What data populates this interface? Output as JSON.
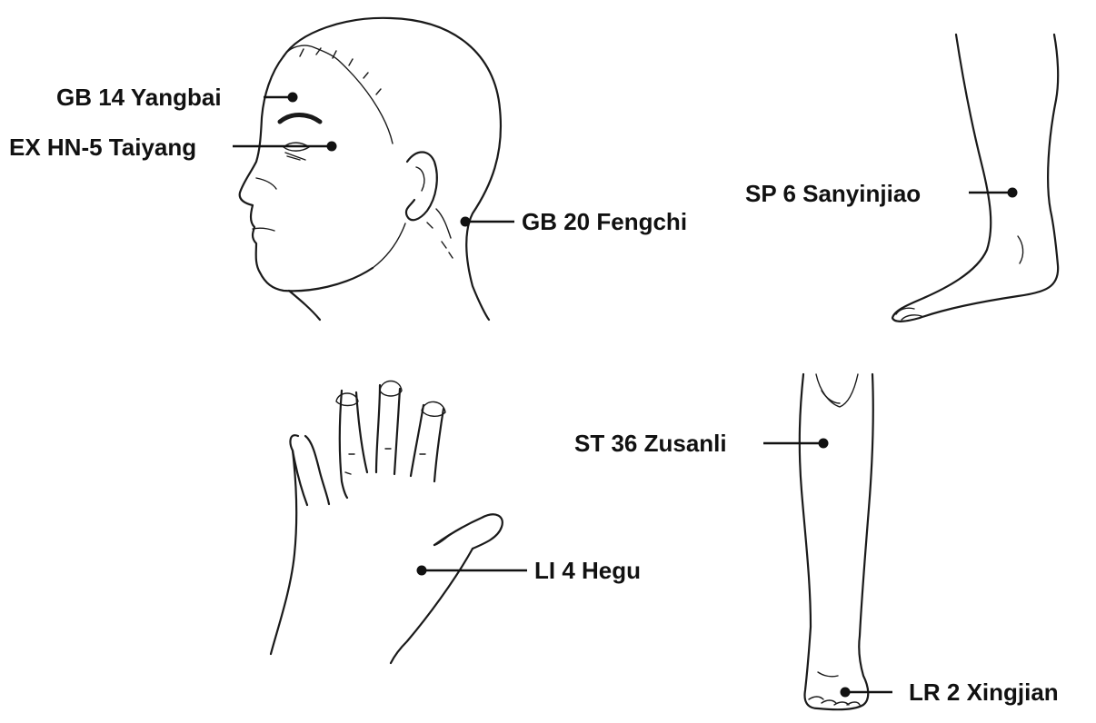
{
  "colors": {
    "ink": "#111111",
    "background": "#ffffff"
  },
  "figures": {
    "head": "head-profile",
    "lower_leg_side": "lower-leg-side",
    "hand": "hand-dorsal",
    "leg_front": "leg-front"
  },
  "points": [
    {
      "id": "gb14",
      "label": "GB 14 Yangbai"
    },
    {
      "id": "exhn5",
      "label": "EX HN-5 Taiyang"
    },
    {
      "id": "gb20",
      "label": "GB 20 Fengchi"
    },
    {
      "id": "sp6",
      "label": "SP 6 Sanyinjiao"
    },
    {
      "id": "st36",
      "label": "ST 36 Zusanli"
    },
    {
      "id": "li4",
      "label": "LI 4 Hegu"
    },
    {
      "id": "lr2",
      "label": "LR 2 Xingjian"
    }
  ]
}
